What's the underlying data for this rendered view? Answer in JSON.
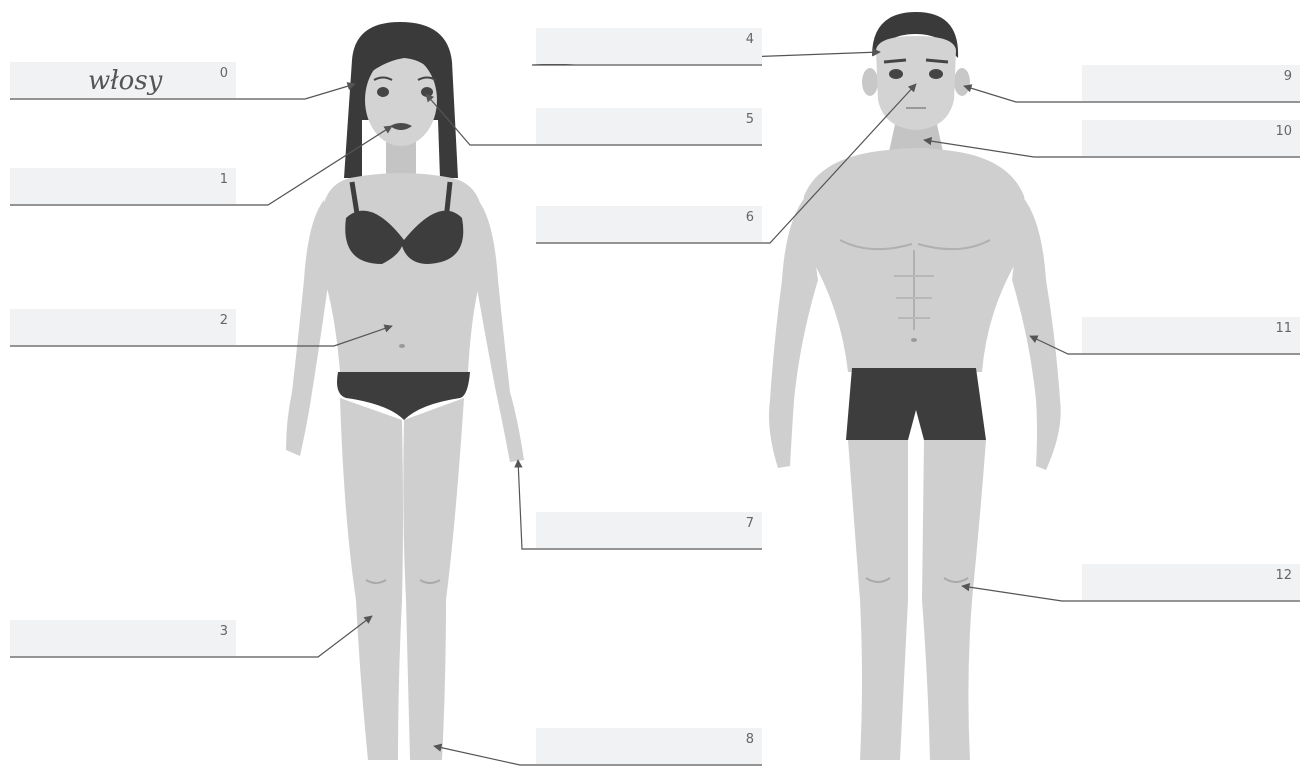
{
  "labels": [
    {
      "number": "0",
      "answer": "włosy"
    },
    {
      "number": "1",
      "answer": ""
    },
    {
      "number": "2",
      "answer": ""
    },
    {
      "number": "3",
      "answer": ""
    },
    {
      "number": "4",
      "answer": ""
    },
    {
      "number": "5",
      "answer": ""
    },
    {
      "number": "6",
      "answer": ""
    },
    {
      "number": "7",
      "answer": ""
    },
    {
      "number": "8",
      "answer": ""
    },
    {
      "number": "9",
      "answer": ""
    },
    {
      "number": "10",
      "answer": ""
    },
    {
      "number": "11",
      "answer": ""
    },
    {
      "number": "12",
      "answer": ""
    }
  ],
  "colors": {
    "skin": "#cfcfcf",
    "skin_shade": "#b9b9b9",
    "clothing": "#3d3d3d",
    "hair": "#3a3a3a",
    "leader": "#555555",
    "field_bg": "#f1f2f4"
  }
}
